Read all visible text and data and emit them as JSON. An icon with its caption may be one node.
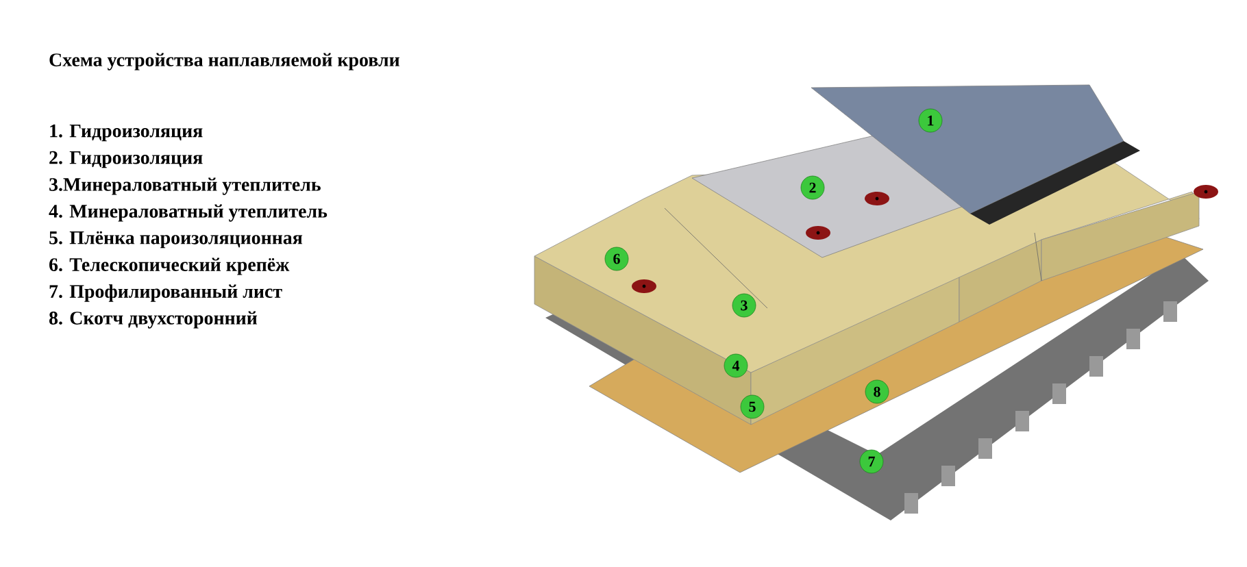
{
  "diagram": {
    "title": "Схема устройства наплавляемой кровли",
    "labels": [
      "1. Гидроизоляция",
      "2. Гидроизоляция",
      "3.Минераловатный утеплитель",
      "4. Минераловатный утеплитель",
      "5. Плёнка пароизоляционная",
      "6. Телескопический крепёж",
      "7. Профилированный лист",
      "8. Скотч двухсторонний",
      "1",
      "2",
      "6",
      "3",
      "4",
      "8",
      "5",
      "7"
    ]
  }
}
